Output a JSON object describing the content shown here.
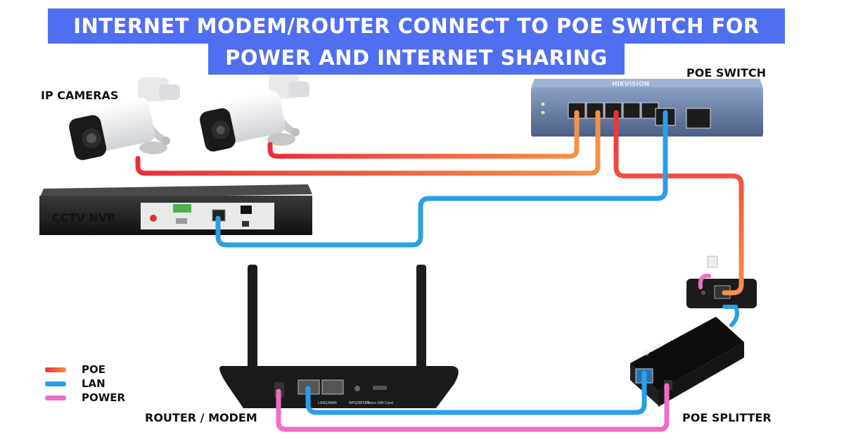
{
  "title": {
    "line1": "INTERNET MODEM/ROUTER CONNECT TO POE SWITCH FOR",
    "line2": "POWER AND INTERNET SHARING"
  },
  "labels": {
    "poe_switch": "POE SWITCH",
    "ip_cameras": "IP CAMERAS",
    "cctv_nvr": "CCTV NVR",
    "router_modem": "ROUTER / MODEM",
    "poe_splitter": "POE SPLITTER"
  },
  "device_text": {
    "switch_brand": "HIKVISION",
    "router_ports": "LAN2/WAN",
    "router_wps": "WPS/RESET",
    "router_sim": "Nano SIM Card",
    "splitter_brand": "tp-link"
  },
  "legend": [
    {
      "label": "POE",
      "color": "#f26b3a"
    },
    {
      "label": "LAN",
      "color": "#2b9fe6"
    },
    {
      "label": "POWER",
      "color": "#ee6ec4"
    }
  ],
  "colors": {
    "title_band": "#4f6ef0",
    "poe_start": "#ee2d3a",
    "poe_end": "#f5914a",
    "lan": "#2b9fe6",
    "power": "#ee6ec4"
  }
}
